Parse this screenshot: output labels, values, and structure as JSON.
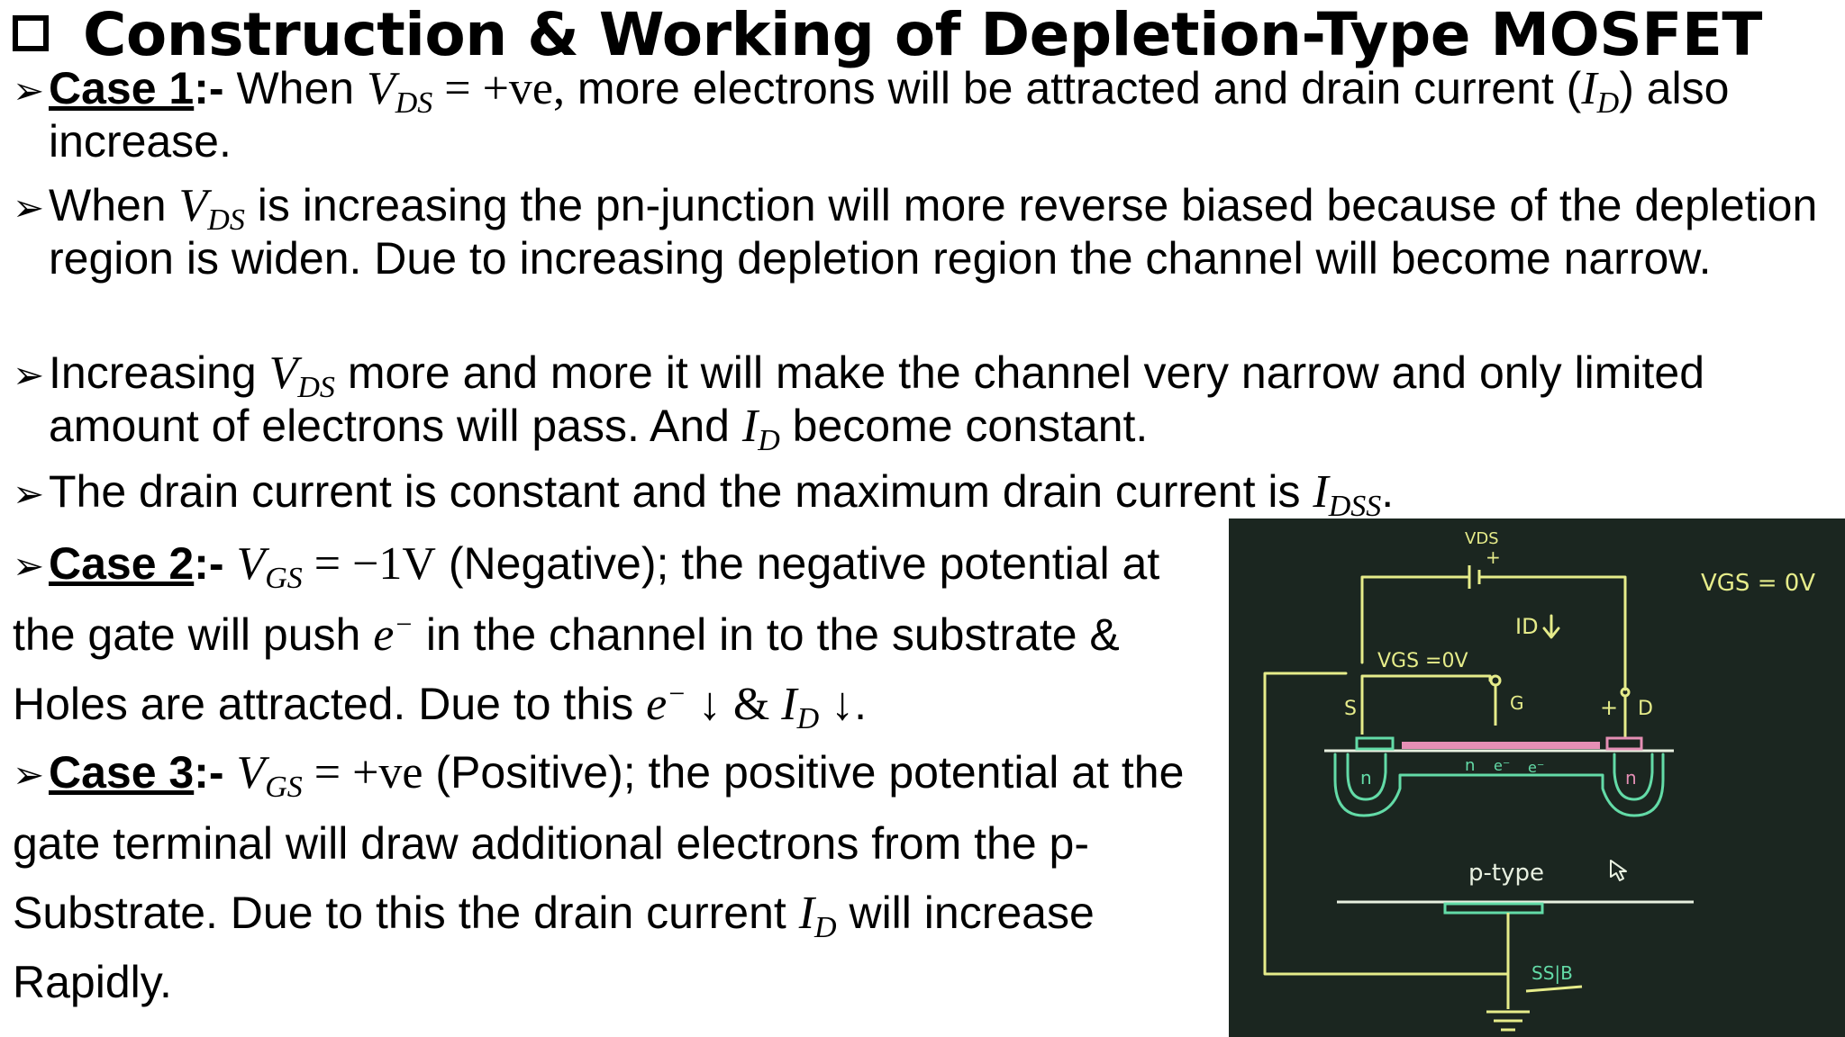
{
  "title": "Construction & Working of Depletion-Type MOSFET",
  "bullets": {
    "b1": {
      "case_label": "Case 1",
      "case_sep": ":- ",
      "t1": "When ",
      "m1": "V",
      "m1_sub": "DS",
      "m1_rest": " = +ve,",
      "t2": " more electrons will be attracted and drain current (",
      "m2": "I",
      "m2_sub": "D",
      "t3": ") also increase."
    },
    "b2": {
      "t1": "When ",
      "m1": "V",
      "m1_sub": "DS",
      "t2": " is increasing the pn-junction will more reverse biased because of the depletion region is widen. Due to increasing depletion region the channel will become narrow."
    },
    "b3": {
      "t1": "Increasing ",
      "m1": "V",
      "m1_sub": "DS",
      "t2": " more and more it will make the channel very narrow and only limited amount of electrons will pass. And ",
      "m2": "I",
      "m2_sub": "D",
      "t3": " become constant."
    },
    "b4": {
      "t1": "The drain current is constant and the maximum drain current is ",
      "m1": "I",
      "m1_sub": "DSS",
      "t2": "."
    },
    "b5": {
      "case_label": "Case 2",
      "case_sep": ":- ",
      "m1": "V",
      "m1_sub": "GS",
      "m1_rest": " = −1V",
      "t1": " (Negative); the negative potential at the gate will push ",
      "m2": "e",
      "m2_sup": "−",
      "t2": " in the channel in to the substrate & Holes are attracted. Due to this ",
      "m3": "e",
      "m3_sup": "−",
      "m3_rest": " ↓ & ",
      "m4": "I",
      "m4_sub": "D",
      "m4_rest": " ↓",
      "t3": "."
    },
    "b6": {
      "case_label": "Case 3",
      "case_sep": ":- ",
      "m1": "V",
      "m1_sub": "GS",
      "m1_rest": " = +ve",
      "t1": " (Positive); the positive potential at the gate terminal will draw additional electrons from the p-Substrate. Due to this the drain current ",
      "m2": "I",
      "m2_sub": "D",
      "t2": " will increase Rapidly."
    }
  },
  "diagram": {
    "vds": "VDS",
    "plus": "+",
    "vgs_right": "VGS = 0V",
    "vgs_left": "VGS =0V",
    "id": "ID",
    "s": "S",
    "g": "G",
    "d": "D",
    "drain_plus": "+",
    "n_left": "n",
    "n_right": "n",
    "channel_n": "n",
    "channel_e1": "e⁻",
    "channel_e2": "e⁻",
    "substrate": "p-type",
    "ss": "SS|B"
  },
  "colors": {
    "board_bg": "#1b2620",
    "chalk_yellow": "#e6ec8a",
    "chalk_green": "#63dba7",
    "chalk_pink": "#e58fb5",
    "chalk_white": "#e8f0e0"
  }
}
